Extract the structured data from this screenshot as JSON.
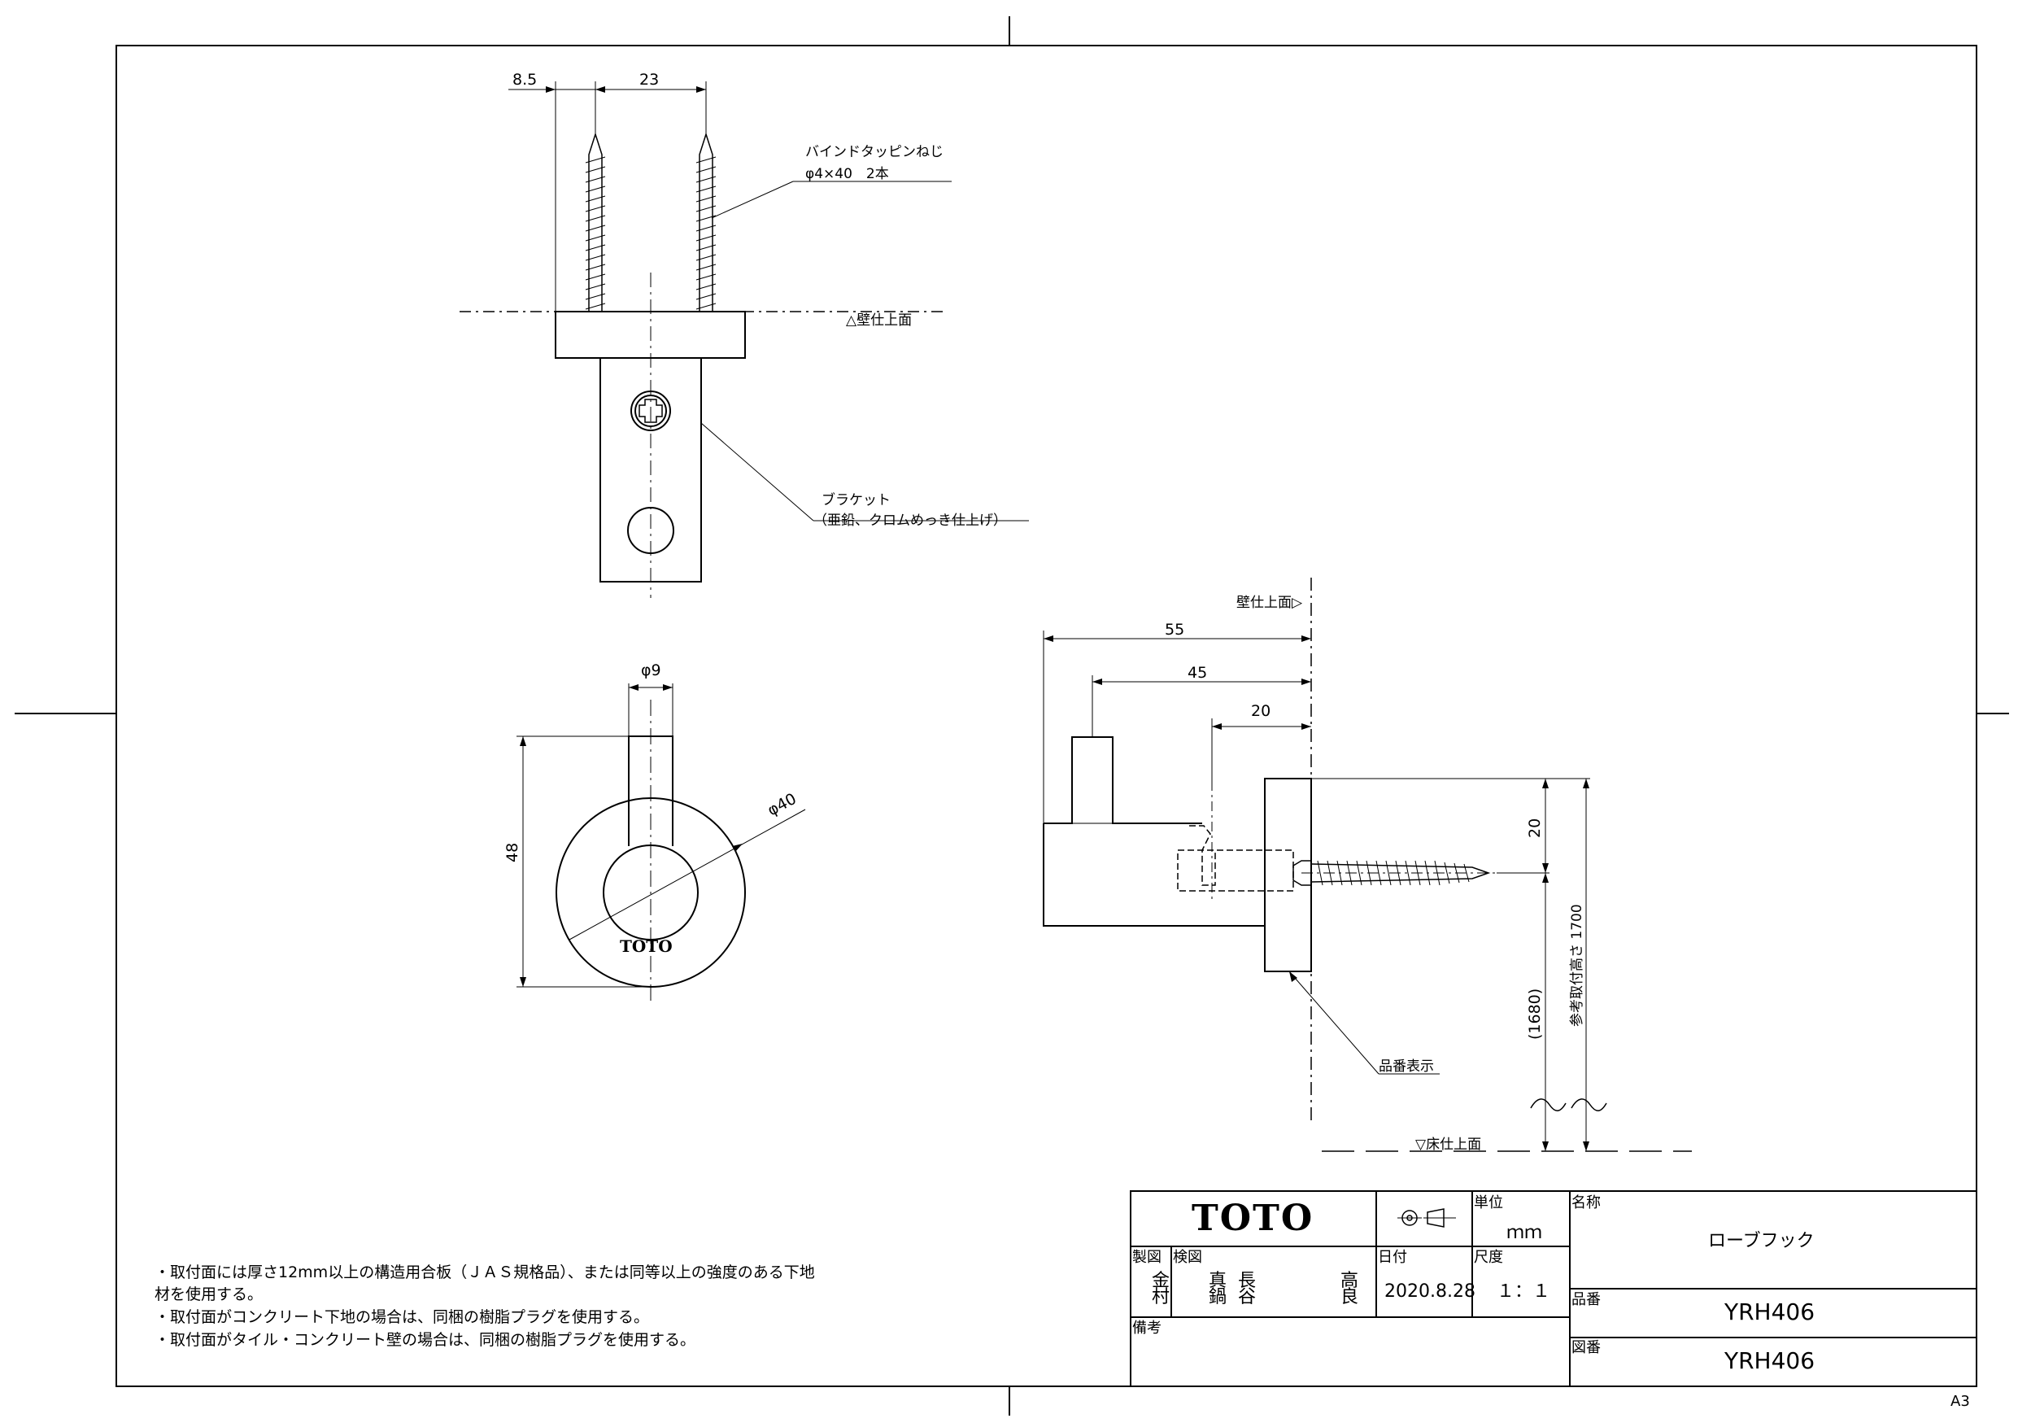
{
  "drawing": {
    "top_view": {
      "dim_left": "8.5",
      "dim_spacing": "23",
      "screw_label_1": "バインドタッピンねじ",
      "screw_label_2": "φ4×40　2本",
      "wall_surface": "△壁仕上面",
      "bracket_label_1": "ブラケット",
      "bracket_label_2": "（亜鉛、クロムめっき仕上げ）"
    },
    "front_view": {
      "dim_post": "φ9",
      "dim_height": "48",
      "dim_diameter": "φ40",
      "logo": "TOTO"
    },
    "side_view": {
      "wall_surface": "壁仕上面▷",
      "dim_55": "55",
      "dim_45": "45",
      "dim_20_h": "20",
      "dim_20_v": "20",
      "dim_1680": "(1680)",
      "dim_1700": "参考取付高さ 1700",
      "part_number_marking": "品番表示",
      "floor_surface": "▽床仕上面"
    },
    "notes": [
      "・取付面には厚さ12mm以上の構造用合板（ＪＡＳ規格品）、または同等以上の強度のある下地",
      "材を使用する。",
      "・取付面がコンクリート下地の場合は、同梱の樹脂プラグを使用する。",
      "・取付面がタイル・コンクリート壁の場合は、同梱の樹脂プラグを使用する。"
    ]
  },
  "title_block": {
    "logo": "TOTO",
    "unit_label": "単位",
    "unit_value": "ｍｍ",
    "name_label": "名称",
    "name_value": "ローブフック",
    "made_label": "製図",
    "made_value_1": "金",
    "made_value_2": "村",
    "check_label": "検図",
    "check_1a": "真",
    "check_1b": "鍋",
    "check_2a": "長",
    "check_2b": "谷",
    "check_3a": "高",
    "check_3b": "良",
    "date_label": "日付",
    "date_value": "2020.8.28",
    "scale_label": "尺度",
    "scale_value": "１：１",
    "product_label": "品番",
    "product_value": "YRH406",
    "remarks_label": "備考",
    "drawing_no_label": "図番",
    "drawing_no_value": "YRH406"
  },
  "sheet_size": "A3"
}
